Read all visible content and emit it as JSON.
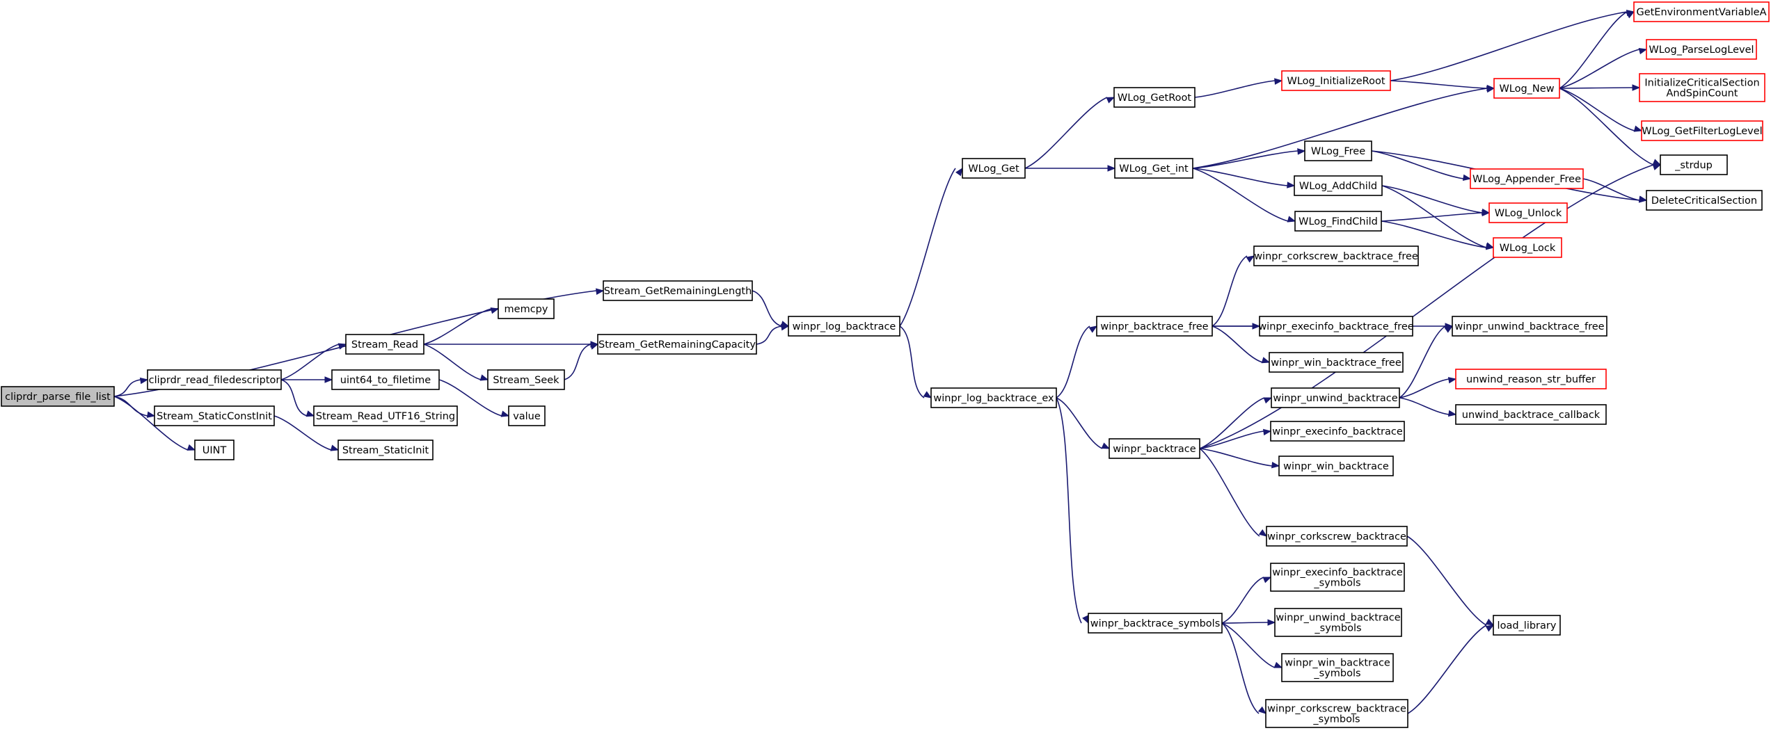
{
  "diagram": {
    "title": "",
    "colors": {
      "edge": "#191970",
      "normal_border": "#000000",
      "missing_border": "#ff0000",
      "root_fill": "#bfbfbf",
      "node_fill": "#ffffff"
    },
    "nodes": [
      {
        "id": "n_root",
        "lines": [
          "cliprdr_parse_file_list"
        ],
        "style": "root"
      },
      {
        "id": "n_read_fd",
        "lines": [
          "cliprdr_read_filedescriptor"
        ],
        "style": "normal"
      },
      {
        "id": "n_static_const",
        "lines": [
          "Stream_StaticConstInit"
        ],
        "style": "normal"
      },
      {
        "id": "n_uint",
        "lines": [
          "UINT"
        ],
        "style": "normal"
      },
      {
        "id": "n_get_rem_len",
        "lines": [
          "Stream_GetRemainingLength"
        ],
        "style": "normal"
      },
      {
        "id": "n_stream_read",
        "lines": [
          "Stream_Read"
        ],
        "style": "normal"
      },
      {
        "id": "n_u64_ft",
        "lines": [
          "uint64_to_filetime"
        ],
        "style": "normal"
      },
      {
        "id": "n_read_utf16",
        "lines": [
          "Stream_Read_UTF16_String"
        ],
        "style": "normal"
      },
      {
        "id": "n_static_init",
        "lines": [
          "Stream_StaticInit"
        ],
        "style": "normal"
      },
      {
        "id": "n_memcpy",
        "lines": [
          "memcpy"
        ],
        "style": "normal"
      },
      {
        "id": "n_get_rem_cap",
        "lines": [
          "Stream_GetRemainingCapacity"
        ],
        "style": "normal"
      },
      {
        "id": "n_seek",
        "lines": [
          "Stream_Seek"
        ],
        "style": "normal"
      },
      {
        "id": "n_value",
        "lines": [
          "value"
        ],
        "style": "normal"
      },
      {
        "id": "n_log_bt",
        "lines": [
          "winpr_log_backtrace"
        ],
        "style": "normal"
      },
      {
        "id": "n_wlog_get",
        "lines": [
          "WLog_Get"
        ],
        "style": "normal"
      },
      {
        "id": "n_log_bt_ex",
        "lines": [
          "winpr_log_backtrace_ex"
        ],
        "style": "normal"
      },
      {
        "id": "n_get_root",
        "lines": [
          "WLog_GetRoot"
        ],
        "style": "normal"
      },
      {
        "id": "n_get_int",
        "lines": [
          "WLog_Get_int"
        ],
        "style": "normal"
      },
      {
        "id": "n_init_root",
        "lines": [
          "WLog_InitializeRoot"
        ],
        "style": "missing"
      },
      {
        "id": "n_wlog_new",
        "lines": [
          "WLog_New"
        ],
        "style": "missing"
      },
      {
        "id": "n_getenv",
        "lines": [
          "GetEnvironmentVariableA"
        ],
        "style": "missing"
      },
      {
        "id": "n_parse_level",
        "lines": [
          "WLog_ParseLogLevel"
        ],
        "style": "missing"
      },
      {
        "id": "n_init_cs",
        "lines": [
          "InitializeCriticalSection",
          "AndSpinCount"
        ],
        "style": "missing"
      },
      {
        "id": "n_filter_level",
        "lines": [
          "WLog_GetFilterLogLevel"
        ],
        "style": "missing"
      },
      {
        "id": "n_strdup",
        "lines": [
          "_strdup"
        ],
        "style": "normal"
      },
      {
        "id": "n_delete_cs",
        "lines": [
          "DeleteCriticalSection"
        ],
        "style": "normal"
      },
      {
        "id": "n_wlog_free",
        "lines": [
          "WLog_Free"
        ],
        "style": "normal"
      },
      {
        "id": "n_appender_free",
        "lines": [
          "WLog_Appender_Free"
        ],
        "style": "missing"
      },
      {
        "id": "n_add_child",
        "lines": [
          "WLog_AddChild"
        ],
        "style": "normal"
      },
      {
        "id": "n_find_child",
        "lines": [
          "WLog_FindChild"
        ],
        "style": "normal"
      },
      {
        "id": "n_unlock",
        "lines": [
          "WLog_Unlock"
        ],
        "style": "missing"
      },
      {
        "id": "n_lock",
        "lines": [
          "WLog_Lock"
        ],
        "style": "missing"
      },
      {
        "id": "n_bt_free",
        "lines": [
          "winpr_backtrace_free"
        ],
        "style": "normal"
      },
      {
        "id": "n_cs_bt_free",
        "lines": [
          "winpr_corkscrew_backtrace_free"
        ],
        "style": "normal"
      },
      {
        "id": "n_ex_bt_free",
        "lines": [
          "winpr_execinfo_backtrace_free"
        ],
        "style": "normal"
      },
      {
        "id": "n_win_bt_free",
        "lines": [
          "winpr_win_backtrace_free"
        ],
        "style": "normal"
      },
      {
        "id": "n_unw_bt_free",
        "lines": [
          "winpr_unwind_backtrace_free"
        ],
        "style": "normal"
      },
      {
        "id": "n_backtrace",
        "lines": [
          "winpr_backtrace"
        ],
        "style": "normal"
      },
      {
        "id": "n_unw_bt",
        "lines": [
          "winpr_unwind_backtrace"
        ],
        "style": "normal"
      },
      {
        "id": "n_unw_reason",
        "lines": [
          "unwind_reason_str_buffer"
        ],
        "style": "missing"
      },
      {
        "id": "n_unw_cb",
        "lines": [
          "unwind_backtrace_callback"
        ],
        "style": "normal"
      },
      {
        "id": "n_ex_bt",
        "lines": [
          "winpr_execinfo_backtrace"
        ],
        "style": "normal"
      },
      {
        "id": "n_win_bt",
        "lines": [
          "winpr_win_backtrace"
        ],
        "style": "normal"
      },
      {
        "id": "n_cs_bt",
        "lines": [
          "winpr_corkscrew_backtrace"
        ],
        "style": "normal"
      },
      {
        "id": "n_load_lib",
        "lines": [
          "load_library"
        ],
        "style": "normal"
      },
      {
        "id": "n_bt_symbols",
        "lines": [
          "winpr_backtrace_symbols"
        ],
        "style": "normal"
      },
      {
        "id": "n_ex_bt_sym",
        "lines": [
          "winpr_execinfo_backtrace",
          "_symbols"
        ],
        "style": "normal"
      },
      {
        "id": "n_unw_bt_sym",
        "lines": [
          "winpr_unwind_backtrace",
          "_symbols"
        ],
        "style": "normal"
      },
      {
        "id": "n_win_bt_sym",
        "lines": [
          "winpr_win_backtrace",
          "_symbols"
        ],
        "style": "normal"
      },
      {
        "id": "n_cs_bt_sym",
        "lines": [
          "winpr_corkscrew_backtrace",
          "_symbols"
        ],
        "style": "normal"
      }
    ],
    "edges": [
      [
        "n_root",
        "n_read_fd"
      ],
      [
        "n_root",
        "n_static_const"
      ],
      [
        "n_root",
        "n_uint"
      ],
      [
        "n_root",
        "n_get_rem_len"
      ],
      [
        "n_read_fd",
        "n_stream_read"
      ],
      [
        "n_read_fd",
        "n_u64_ft"
      ],
      [
        "n_read_fd",
        "n_read_utf16"
      ],
      [
        "n_static_const",
        "n_static_init"
      ],
      [
        "n_stream_read",
        "n_memcpy"
      ],
      [
        "n_stream_read",
        "n_get_rem_cap"
      ],
      [
        "n_stream_read",
        "n_seek"
      ],
      [
        "n_u64_ft",
        "n_value"
      ],
      [
        "n_seek",
        "n_get_rem_cap"
      ],
      [
        "n_get_rem_len",
        "n_log_bt"
      ],
      [
        "n_get_rem_cap",
        "n_log_bt"
      ],
      [
        "n_log_bt",
        "n_wlog_get"
      ],
      [
        "n_log_bt",
        "n_log_bt_ex"
      ],
      [
        "n_wlog_get",
        "n_get_root"
      ],
      [
        "n_wlog_get",
        "n_get_int"
      ],
      [
        "n_get_root",
        "n_init_root"
      ],
      [
        "n_init_root",
        "n_wlog_new"
      ],
      [
        "n_init_root",
        "n_getenv"
      ],
      [
        "n_wlog_new",
        "n_getenv"
      ],
      [
        "n_wlog_new",
        "n_parse_level"
      ],
      [
        "n_wlog_new",
        "n_init_cs"
      ],
      [
        "n_wlog_new",
        "n_filter_level"
      ],
      [
        "n_wlog_new",
        "n_strdup"
      ],
      [
        "n_get_int",
        "n_wlog_new"
      ],
      [
        "n_get_int",
        "n_wlog_free"
      ],
      [
        "n_get_int",
        "n_add_child"
      ],
      [
        "n_get_int",
        "n_find_child"
      ],
      [
        "n_wlog_free",
        "n_appender_free"
      ],
      [
        "n_wlog_free",
        "n_delete_cs"
      ],
      [
        "n_appender_free",
        "n_delete_cs"
      ],
      [
        "n_add_child",
        "n_unlock"
      ],
      [
        "n_add_child",
        "n_lock"
      ],
      [
        "n_find_child",
        "n_unlock"
      ],
      [
        "n_find_child",
        "n_lock"
      ],
      [
        "n_log_bt_ex",
        "n_bt_free"
      ],
      [
        "n_log_bt_ex",
        "n_backtrace"
      ],
      [
        "n_log_bt_ex",
        "n_bt_symbols"
      ],
      [
        "n_bt_free",
        "n_cs_bt_free"
      ],
      [
        "n_bt_free",
        "n_ex_bt_free"
      ],
      [
        "n_bt_free",
        "n_win_bt_free"
      ],
      [
        "n_bt_free",
        "n_unw_bt_free"
      ],
      [
        "n_backtrace",
        "n_unw_bt"
      ],
      [
        "n_backtrace",
        "n_ex_bt"
      ],
      [
        "n_backtrace",
        "n_win_bt"
      ],
      [
        "n_backtrace",
        "n_cs_bt"
      ],
      [
        "n_backtrace",
        "n_strdup"
      ],
      [
        "n_unw_bt",
        "n_unw_bt_free"
      ],
      [
        "n_unw_bt",
        "n_unw_reason"
      ],
      [
        "n_unw_bt",
        "n_unw_cb"
      ],
      [
        "n_cs_bt",
        "n_load_lib"
      ],
      [
        "n_bt_symbols",
        "n_ex_bt_sym"
      ],
      [
        "n_bt_symbols",
        "n_unw_bt_sym"
      ],
      [
        "n_bt_symbols",
        "n_win_bt_sym"
      ],
      [
        "n_bt_symbols",
        "n_cs_bt_sym"
      ],
      [
        "n_cs_bt_sym",
        "n_load_lib"
      ]
    ]
  }
}
